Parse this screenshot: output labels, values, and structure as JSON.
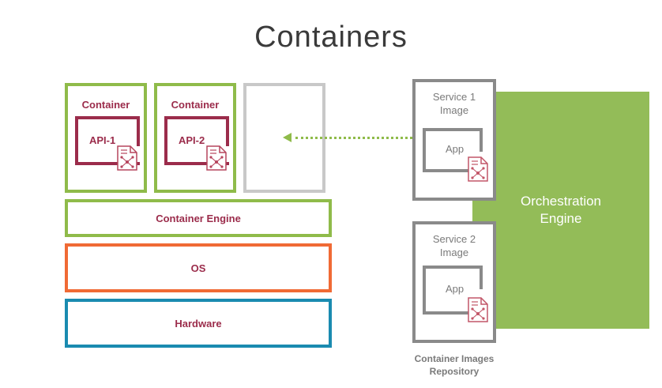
{
  "title": "Containers",
  "left": {
    "containers": [
      {
        "label": "Container",
        "api": "API-1"
      },
      {
        "label": "Container",
        "api": "API-2"
      }
    ],
    "layers": {
      "engine": "Container Engine",
      "os": "OS",
      "hardware": "Hardware"
    }
  },
  "right": {
    "orchestration": {
      "line1": "Orchestration",
      "line2": "Engine"
    },
    "services": [
      {
        "line1": "Service 1",
        "line2": "Image",
        "app": "App"
      },
      {
        "line1": "Service 2",
        "line2": "Image",
        "app": "App"
      }
    ],
    "repository": {
      "line1": "Container Images",
      "line2": "Repository"
    }
  },
  "colors": {
    "green": "#8fbb4a",
    "orchestration_fill": "#93bc58",
    "api_crimson": "#9b2c4b",
    "os_orange": "#f06a35",
    "hardware_blue": "#1a8bb0",
    "gray": "#8a8a8a"
  },
  "icons": [
    "document-network-icon",
    "dotted-arrow-left-icon"
  ]
}
